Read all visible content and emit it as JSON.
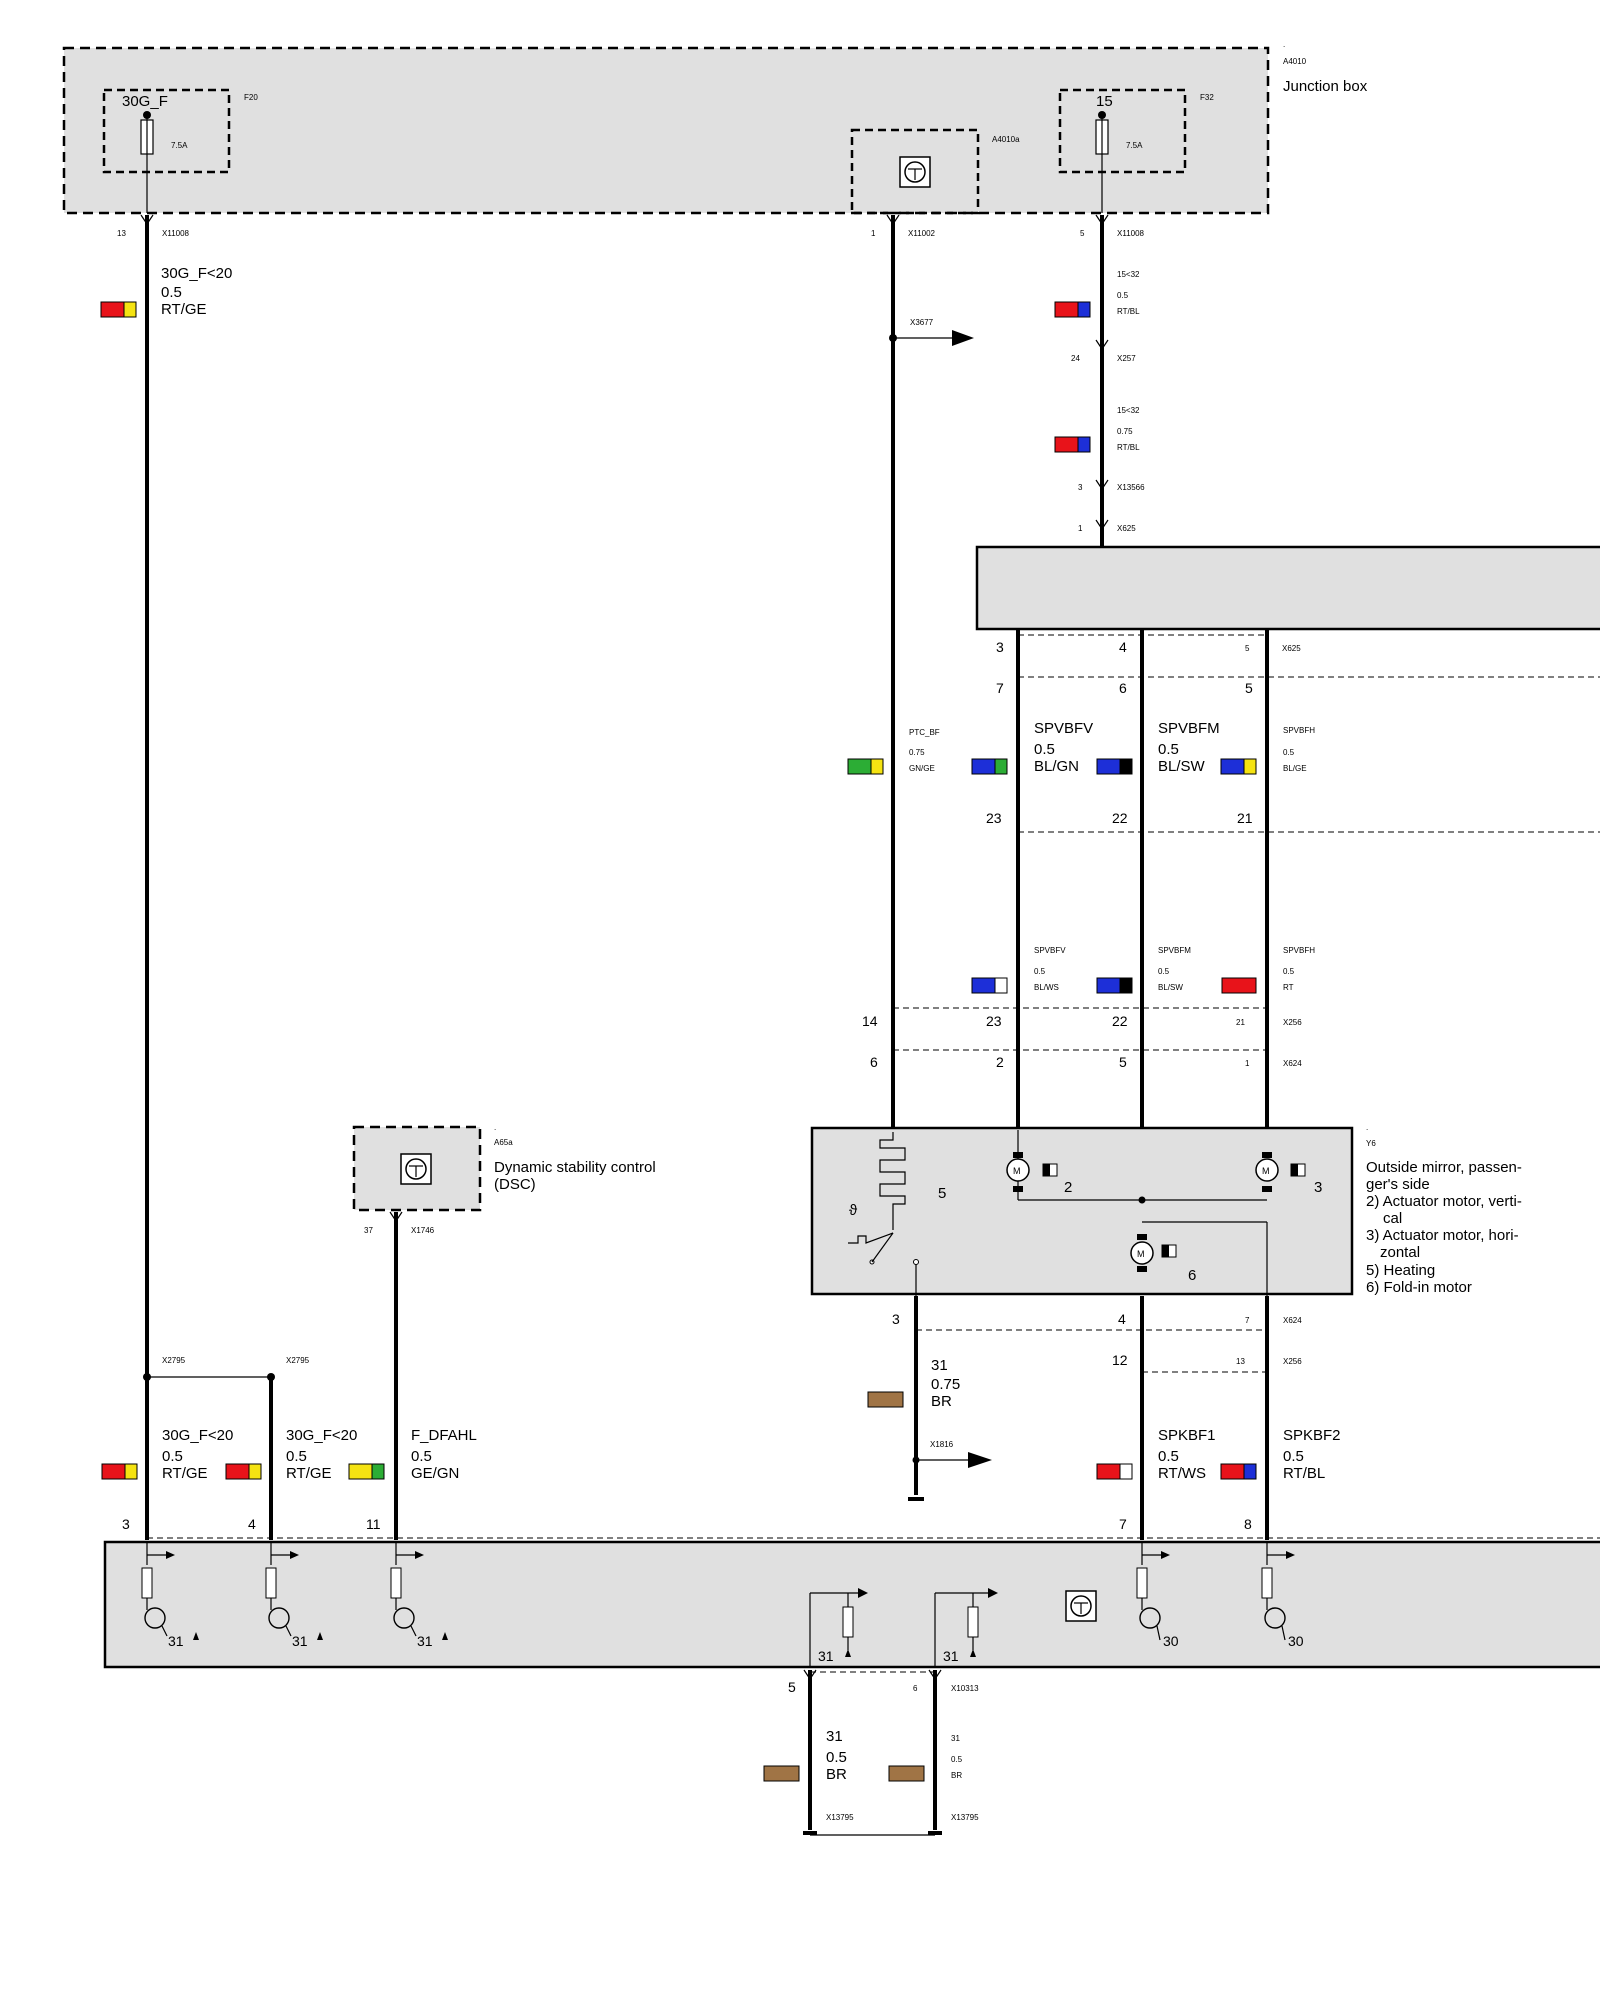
{
  "junction_box": {
    "id": "A4010",
    "dot": ".",
    "title": "Junction box",
    "fuse_left": {
      "terminal": "30G_F",
      "id": "F20",
      "rating": "7.5A"
    },
    "fuse_right": {
      "terminal": "15",
      "id": "F32",
      "rating": "7.5A"
    },
    "module": {
      "id": "A4010a"
    }
  },
  "wires": {
    "w1": {
      "pin": "13",
      "conn": "X11008",
      "signal": "30G_F<20",
      "size": "0.5",
      "color": "RT/GE"
    },
    "w2": {
      "pin": "1",
      "conn": "X11002",
      "splice": "X3677",
      "signal": "PTC_BF",
      "size": "0.75",
      "color": "GN/GE",
      "pin_b1": "14",
      "conn_b1": "X256",
      "pin_b2": "6",
      "conn_b2": "X624"
    },
    "w3": {
      "pin": "5",
      "conn": "X11008",
      "signal1": "15<32",
      "size1": "0.5",
      "color1": "RT/BL",
      "pin2": "24",
      "conn2": "X257",
      "signal2": "15<32",
      "size2": "0.75",
      "color2": "RT/BL",
      "pin3": "3",
      "conn3": "X13566",
      "pin4": "1",
      "conn4": "X625"
    }
  },
  "mid_block": {
    "row1": {
      "p1": "3",
      "p2": "4",
      "p3": "5",
      "conn": "X625"
    },
    "row2": {
      "p1": "7",
      "p2": "6",
      "p3": "5"
    },
    "row3": {
      "p1": "23",
      "p2": "22",
      "p3": "21"
    },
    "upper_wires": [
      {
        "signal": "SPVBFV",
        "size": "0.5",
        "color": "BL/GN"
      },
      {
        "signal": "SPVBFM",
        "size": "0.5",
        "color": "BL/SW"
      },
      {
        "signal": "SPVBFH",
        "size": "0.5",
        "color": "BL/GE"
      }
    ],
    "lower_wires": [
      {
        "signal": "SPVBFV",
        "size": "0.5",
        "color": "BL/WS"
      },
      {
        "signal": "SPVBFM",
        "size": "0.5",
        "color": "BL/SW"
      },
      {
        "signal": "SPVBFH",
        "size": "0.5",
        "color": "RT"
      }
    ],
    "row4": {
      "p1": "23",
      "p2": "22",
      "p3": "21",
      "conn": "X256"
    },
    "row5": {
      "p1": "2",
      "p2": "5",
      "p3": "1",
      "conn": "X624"
    }
  },
  "mirror": {
    "dot": ".",
    "id": "Y6",
    "desc": [
      "Outside mirror, passen-",
      "ger's side",
      "2) Actuator motor, verti-",
      "cal",
      "3) Actuator motor, hori-",
      "zontal",
      "5) Heating",
      "6) Fold-in motor"
    ],
    "heating_num": "5",
    "motor_v_num": "2",
    "motor_h_num": "3",
    "motor_fold_num": "6",
    "motor_label": "M"
  },
  "mirror_bottom": {
    "row1": {
      "p1": "3",
      "p2": "4",
      "p3": "7",
      "conn": "X624"
    },
    "row2": {
      "p2": "12",
      "p3": "13",
      "conn": "X256"
    },
    "ground": {
      "signal": "31",
      "size": "0.75",
      "color": "BR",
      "splice": "X1816"
    },
    "w_kbf1": {
      "signal": "SPKBF1",
      "size": "0.5",
      "color": "RT/WS",
      "pin": "7"
    },
    "w_kbf2": {
      "signal": "SPKBF2",
      "size": "0.5",
      "color": "RT/BL",
      "pin": "8"
    }
  },
  "dsc": {
    "dot": ".",
    "id": "A65a",
    "title1": "Dynamic stability control",
    "title2": "(DSC)",
    "pin": "37",
    "conn": "X1746",
    "signal": "F_DFAHL",
    "size": "0.5",
    "color": "GE/GN",
    "pin_bottom": "11"
  },
  "splice_x2795": {
    "left": "X2795",
    "right": "X2795",
    "w_a": {
      "signal": "30G_F<20",
      "size": "0.5",
      "color": "RT/GE",
      "pin": "3"
    },
    "w_b": {
      "signal": "30G_F<20",
      "size": "0.5",
      "color": "RT/GE",
      "pin": "4"
    }
  },
  "bottom_module": {
    "gnd_label": "31",
    "sup_label": "30",
    "pin_g1": "5",
    "pin_g2": "6",
    "conn_g": "X10313",
    "gnd_wire1": {
      "signal": "31",
      "size": "0.5",
      "color": "BR"
    },
    "gnd_wire2": {
      "signal": "31",
      "size": "0.5",
      "color": "BR"
    },
    "end_conn1": "X13795",
    "end_conn2": "X13795"
  },
  "colors": {
    "RT": "#e8131a",
    "GE": "#f5e312",
    "BL": "#1d2fd8",
    "GN": "#2cad35",
    "SW": "#000000",
    "WS": "#ffffff",
    "BR": "#a07445",
    "box_fill": "#e0e0e0"
  }
}
